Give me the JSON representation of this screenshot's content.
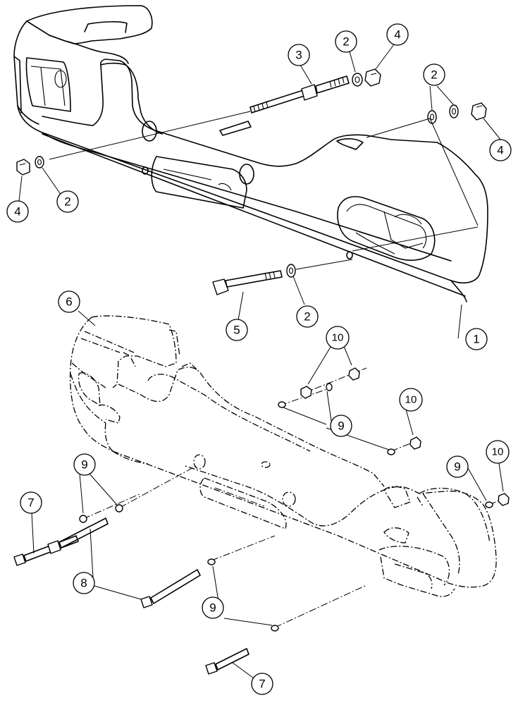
{
  "callouts": [
    {
      "id": "c1",
      "label": "1"
    },
    {
      "id": "c2a",
      "label": "2"
    },
    {
      "id": "c2b",
      "label": "2"
    },
    {
      "id": "c2c",
      "label": "2"
    },
    {
      "id": "c2d",
      "label": "2"
    },
    {
      "id": "c3",
      "label": "3"
    },
    {
      "id": "c4a",
      "label": "4"
    },
    {
      "id": "c4b",
      "label": "4"
    },
    {
      "id": "c4c",
      "label": "4"
    },
    {
      "id": "c5",
      "label": "5"
    },
    {
      "id": "c6",
      "label": "6"
    },
    {
      "id": "c7a",
      "label": "7"
    },
    {
      "id": "c7b",
      "label": "7"
    },
    {
      "id": "c8",
      "label": "8"
    },
    {
      "id": "c9a",
      "label": "9"
    },
    {
      "id": "c9b",
      "label": "9"
    },
    {
      "id": "c9c",
      "label": "9"
    },
    {
      "id": "c9d",
      "label": "9"
    },
    {
      "id": "c10a",
      "label": "10"
    },
    {
      "id": "c10b",
      "label": "10"
    },
    {
      "id": "c10c",
      "label": "10"
    }
  ]
}
